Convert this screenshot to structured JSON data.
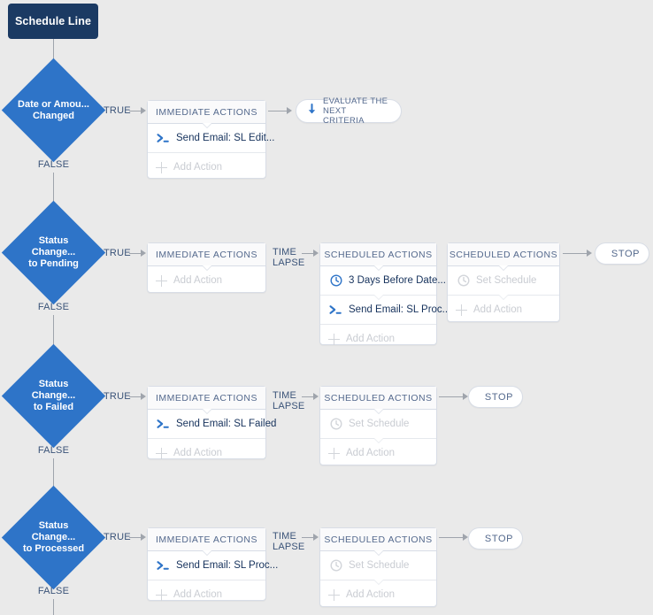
{
  "diagram": {
    "title": "Schedule Line",
    "background_color": "#EAEAEA",
    "accent_blue": "#2E74C8",
    "node_navy": "#1B3A63",
    "labels": {
      "true": "TRUE",
      "false": "FALSE",
      "time_lapse": "TIME\nLAPSE",
      "immediate_actions": "IMMEDIATE ACTIONS",
      "scheduled_actions": "SCHEDULED ACTIONS",
      "add_action": "Add Action",
      "set_schedule": "Set Schedule",
      "evaluate_next": "EVALUATE THE\nNEXT CRITERIA",
      "stop": "STOP"
    },
    "criteria": [
      {
        "name": "Date or Amou...\nChanged",
        "immediate_actions": [
          {
            "icon": "apex-code-icon",
            "label": "Send Email: SL Edit..."
          }
        ],
        "scheduled_groups": [],
        "terminal": "evaluate"
      },
      {
        "name": "Status Change...\nto Pending",
        "immediate_actions": [],
        "scheduled_groups": [
          {
            "schedule": {
              "icon": "clock-icon",
              "label": "3 Days Before Date...",
              "set": true
            },
            "actions": [
              {
                "icon": "apex-code-icon",
                "label": "Send Email: SL Proc..."
              }
            ]
          },
          {
            "schedule": {
              "icon": "clock-icon",
              "label": "Set Schedule",
              "set": false
            },
            "actions": []
          }
        ],
        "terminal": "stop"
      },
      {
        "name": "Status Change...\nto Failed",
        "immediate_actions": [
          {
            "icon": "apex-code-icon",
            "label": "Send Email: SL Failed"
          }
        ],
        "scheduled_groups": [
          {
            "schedule": {
              "icon": "clock-icon",
              "label": "Set Schedule",
              "set": false
            },
            "actions": []
          }
        ],
        "terminal": "stop"
      },
      {
        "name": "Status Change...\nto Processed",
        "immediate_actions": [
          {
            "icon": "apex-code-icon",
            "label": "Send Email: SL Proc..."
          }
        ],
        "scheduled_groups": [
          {
            "schedule": {
              "icon": "clock-icon",
              "label": "Set Schedule",
              "set": false
            },
            "actions": []
          }
        ],
        "terminal": "stop"
      }
    ]
  }
}
